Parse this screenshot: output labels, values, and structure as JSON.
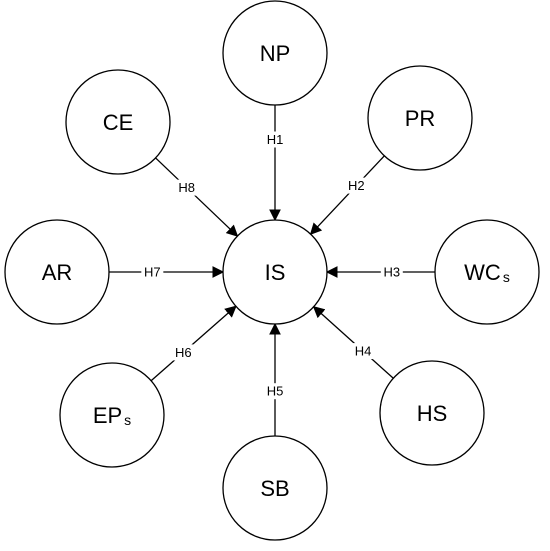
{
  "diagram": {
    "center": {
      "id": "IS",
      "label": "IS"
    },
    "nodes": [
      {
        "id": "NP",
        "label": "NP",
        "sub": ""
      },
      {
        "id": "PR",
        "label": "PR",
        "sub": ""
      },
      {
        "id": "WCs",
        "label": "WC",
        "sub": "s"
      },
      {
        "id": "HS",
        "label": "HS",
        "sub": ""
      },
      {
        "id": "SB",
        "label": "SB",
        "sub": ""
      },
      {
        "id": "EPs",
        "label": "EP",
        "sub": "s"
      },
      {
        "id": "AR",
        "label": "AR",
        "sub": ""
      },
      {
        "id": "CE",
        "label": "CE",
        "sub": ""
      }
    ],
    "edges": [
      {
        "from": "NP",
        "to": "IS",
        "label": "H1"
      },
      {
        "from": "PR",
        "to": "IS",
        "label": "H2"
      },
      {
        "from": "WCs",
        "to": "IS",
        "label": "H3"
      },
      {
        "from": "HS",
        "to": "IS",
        "label": "H4"
      },
      {
        "from": "SB",
        "to": "IS",
        "label": "H5"
      },
      {
        "from": "EPs",
        "to": "IS",
        "label": "H6"
      },
      {
        "from": "AR",
        "to": "IS",
        "label": "H7"
      },
      {
        "from": "CE",
        "to": "IS",
        "label": "H8"
      }
    ]
  }
}
